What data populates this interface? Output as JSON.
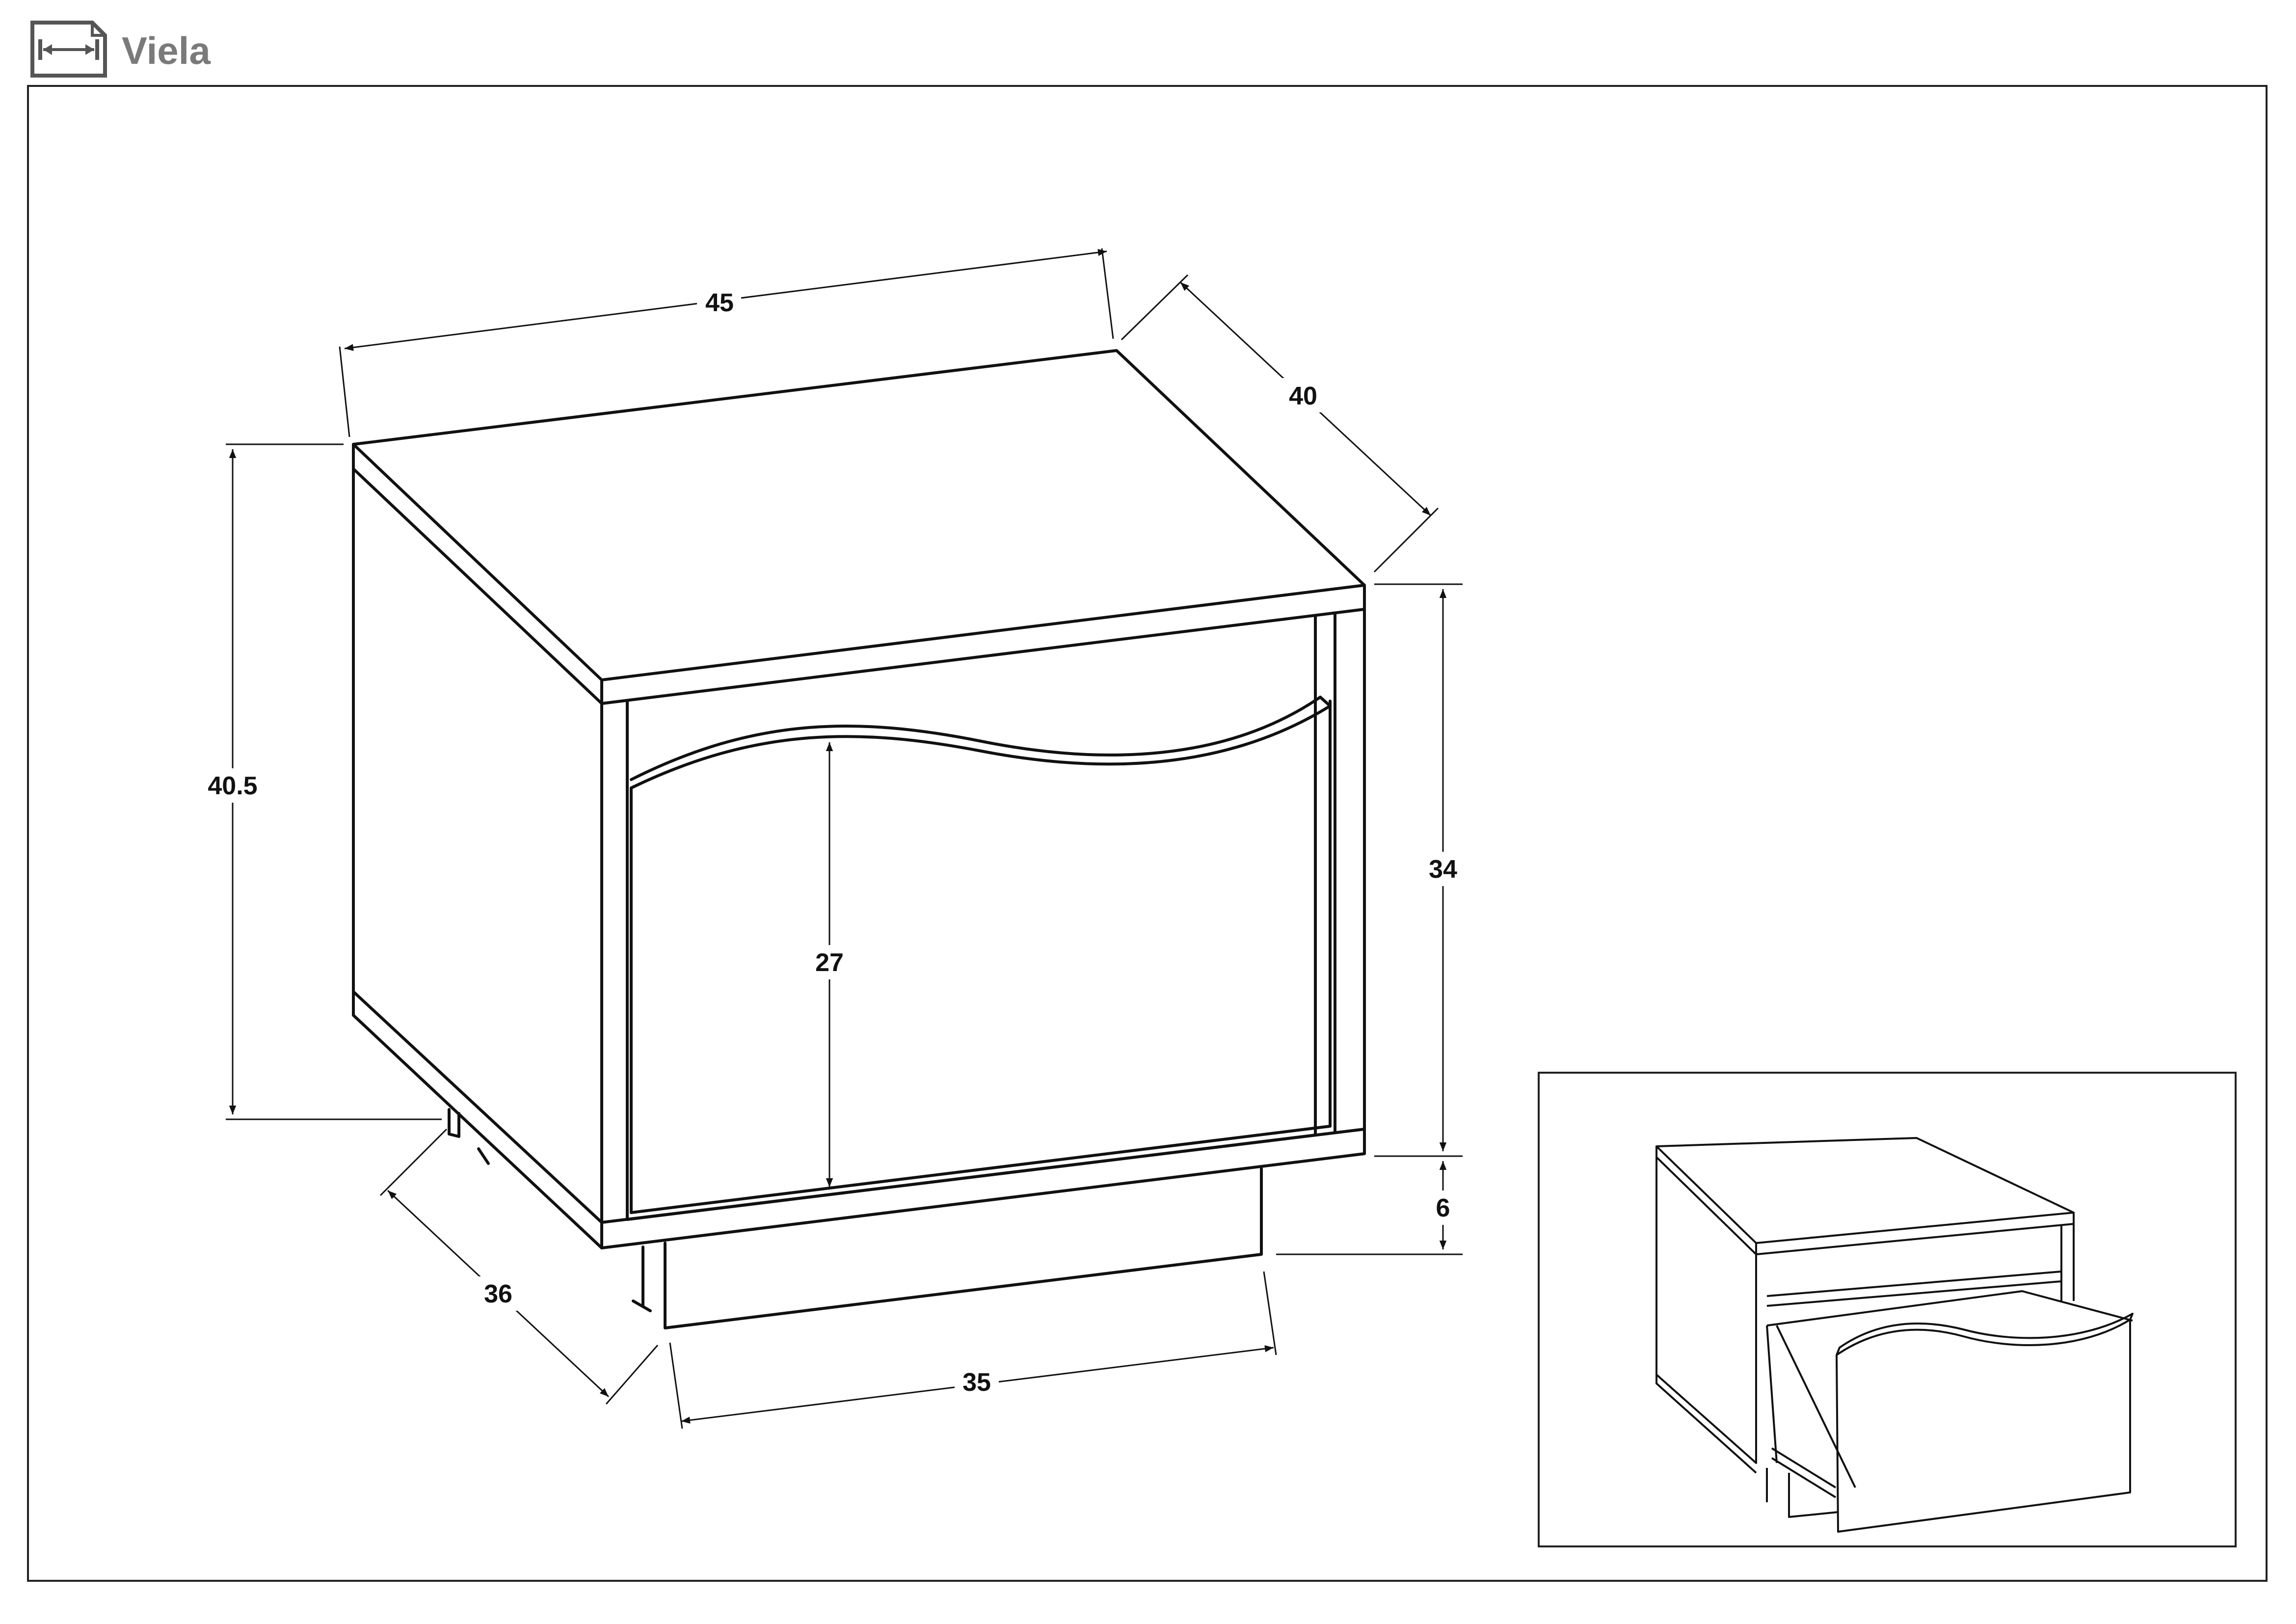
{
  "header": {
    "title": "Viela",
    "icon": "dimensions-icon"
  },
  "dimensions": {
    "width_top": "45",
    "depth_top": "40",
    "height_total": "40.5",
    "height_body": "34",
    "plinth_height": "6",
    "door_height": "27",
    "depth_base": "36",
    "plinth_width": "35"
  },
  "inset": {
    "description_icon": "open-drawer-view"
  },
  "colors": {
    "line": "#111111",
    "title": "#7a7a7a"
  }
}
